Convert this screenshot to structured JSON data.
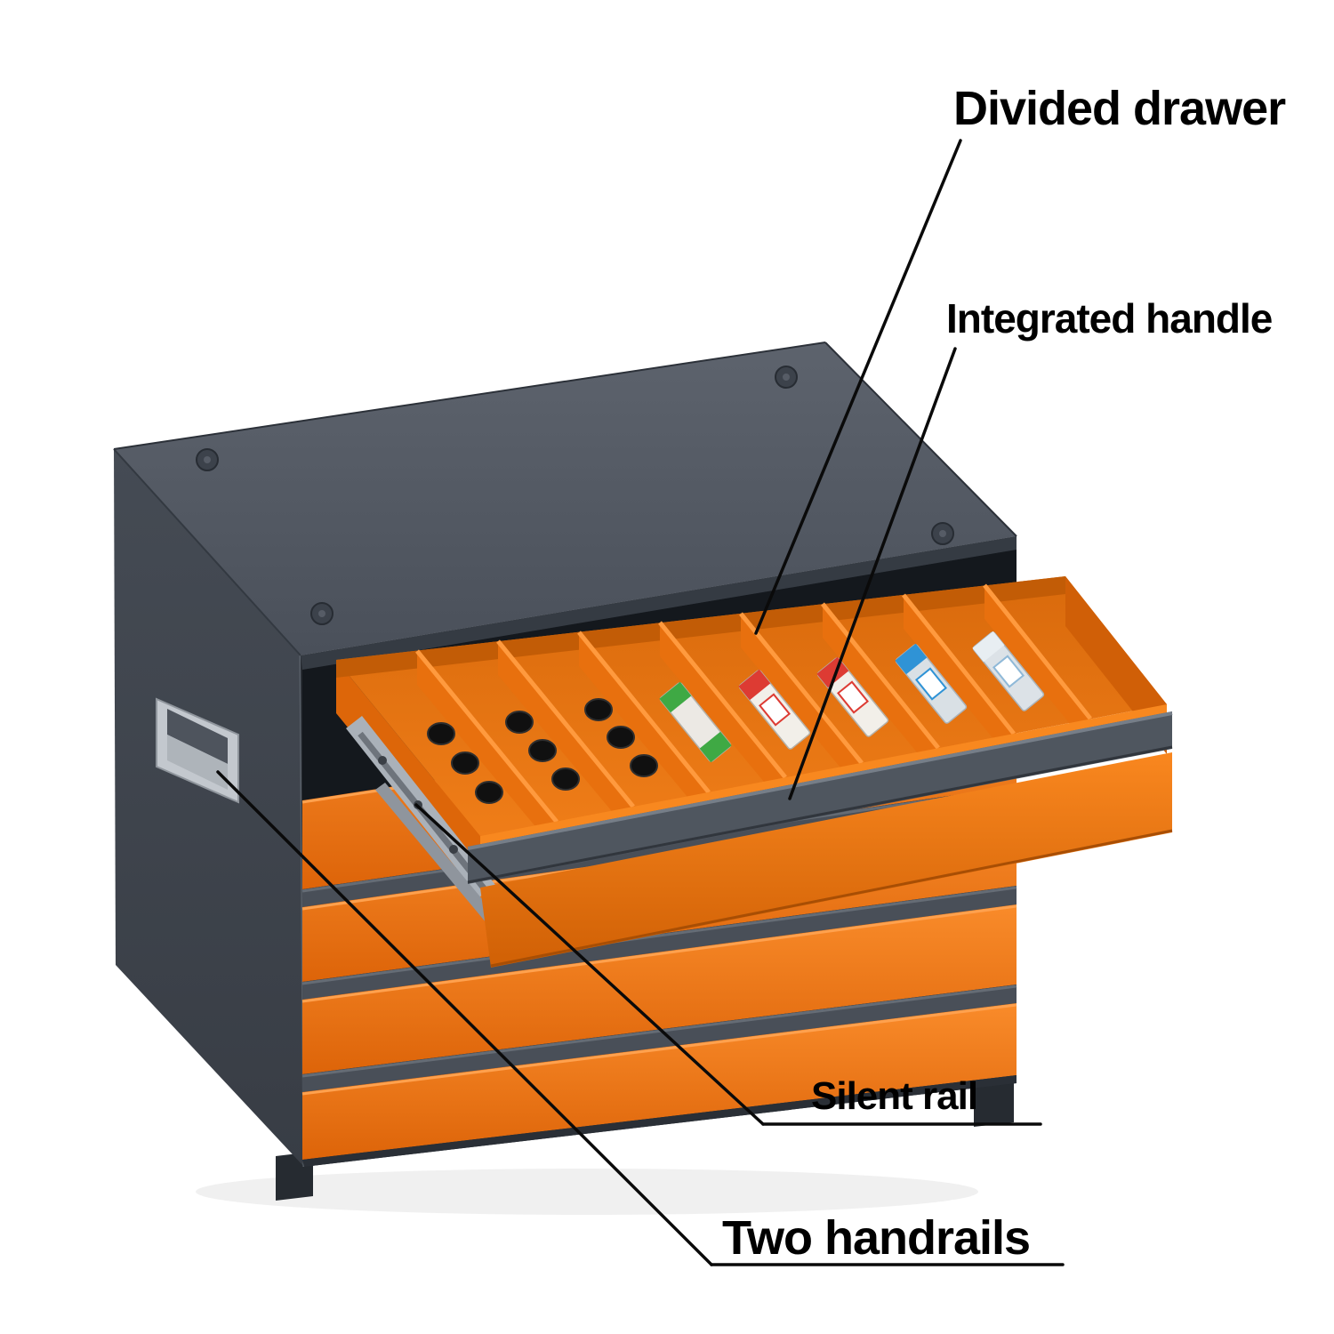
{
  "figure": {
    "subject": "Tool cabinet with pull-out divided drawer",
    "background": "#ffffff"
  },
  "annotations": [
    {
      "id": "divided-drawer",
      "label": "Divided drawer"
    },
    {
      "id": "integrated-handle",
      "label": "Integrated handle"
    },
    {
      "id": "silent-rail",
      "label": "Silent rail"
    },
    {
      "id": "two-handrails",
      "label": "Two handrails"
    }
  ],
  "colors": {
    "cabinet_top": "#545a64",
    "cabinet_side": "#40454e",
    "cabinet_front_shadow": "#14181d",
    "drawer_orange": "#f1771a",
    "drawer_orange_dark": "#d96408",
    "handle_bar_gray": "#4f565f",
    "rail_silver": "#aab1b9",
    "side_handle_chrome": "#c3c8ce",
    "leader_line": "#0a0a0a",
    "label_text": "#000000"
  }
}
